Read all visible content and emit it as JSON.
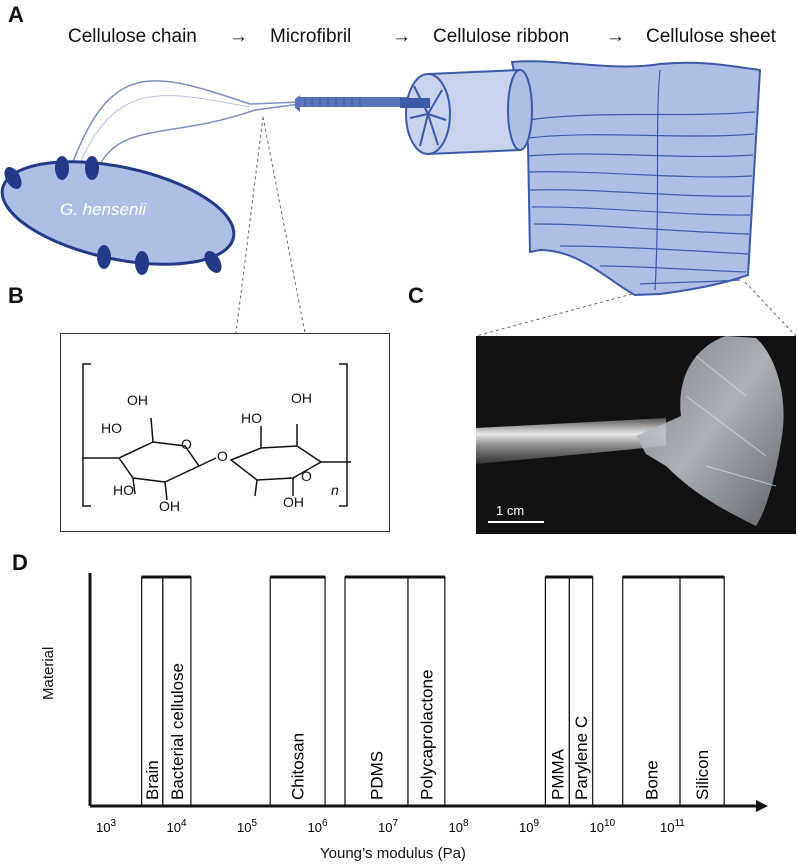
{
  "panels": {
    "a": "A",
    "b": "B",
    "c": "C",
    "d": "D"
  },
  "flow": {
    "step1": "Cellulose chain",
    "step2": "Microfibril",
    "step3": "Cellulose ribbon",
    "step4": "Cellulose sheet",
    "arrow": "→"
  },
  "bacterium_label": "G. hensenii",
  "photo": {
    "scale_label": "1 cm"
  },
  "structure": {
    "oh_top_left": "OH",
    "oh_top_right": "OH",
    "ho_left_upper": "HO",
    "ho_left_lower": "HO",
    "oh_bottom_left": "OH",
    "ho_right_upper": "HO",
    "oh_bottom_right": "OH",
    "bridge_o": "O",
    "ring_o_left": "O",
    "ring_o_right": "O",
    "repeat_n": "n"
  },
  "chart_data": {
    "type": "bar",
    "xscale": "log",
    "xlabel": "Young’s modulus (Pa)",
    "ylabel": "Material",
    "xlim": [
      1000.0,
      1000000000000.0
    ],
    "tick_labels": [
      {
        "base": "10",
        "exp": "3",
        "value": 1000.0
      },
      {
        "base": "10",
        "exp": "4",
        "value": 10000.0
      },
      {
        "base": "10",
        "exp": "5",
        "value": 100000.0
      },
      {
        "base": "10",
        "exp": "6",
        "value": 1000000.0
      },
      {
        "base": "10",
        "exp": "7",
        "value": 10000000.0
      },
      {
        "base": "10",
        "exp": "8",
        "value": 100000000.0
      },
      {
        "base": "10",
        "exp": "9",
        "value": 1000000000.0
      },
      {
        "base": "10",
        "exp": "10",
        "value": 10000000000.0
      },
      {
        "base": "10",
        "exp": "11",
        "value": 100000000000.0
      }
    ],
    "ranges": [
      {
        "name": "Brain",
        "min": 3000.0,
        "max": 6000.0
      },
      {
        "name": "Bacterial cellulose",
        "min": 6000.0,
        "max": 15000.0
      },
      {
        "name": "Chitosan",
        "min": 200000.0,
        "max": 1200000.0
      },
      {
        "name": "PDMS",
        "min": 2300000.0,
        "max": 18000000.0
      },
      {
        "name": "Polycaprolactone",
        "min": 18000000.0,
        "max": 60000000.0
      },
      {
        "name": "PMMA",
        "min": 1600000000.0,
        "max": 3500000000.0
      },
      {
        "name": "Parylene C",
        "min": 3500000000.0,
        "max": 7500000000.0
      },
      {
        "name": "Bone",
        "min": 20000000000.0,
        "max": 130000000000.0
      },
      {
        "name": "Silicon",
        "min": 130000000000.0,
        "max": 550000000000.0
      }
    ],
    "grid": false
  }
}
